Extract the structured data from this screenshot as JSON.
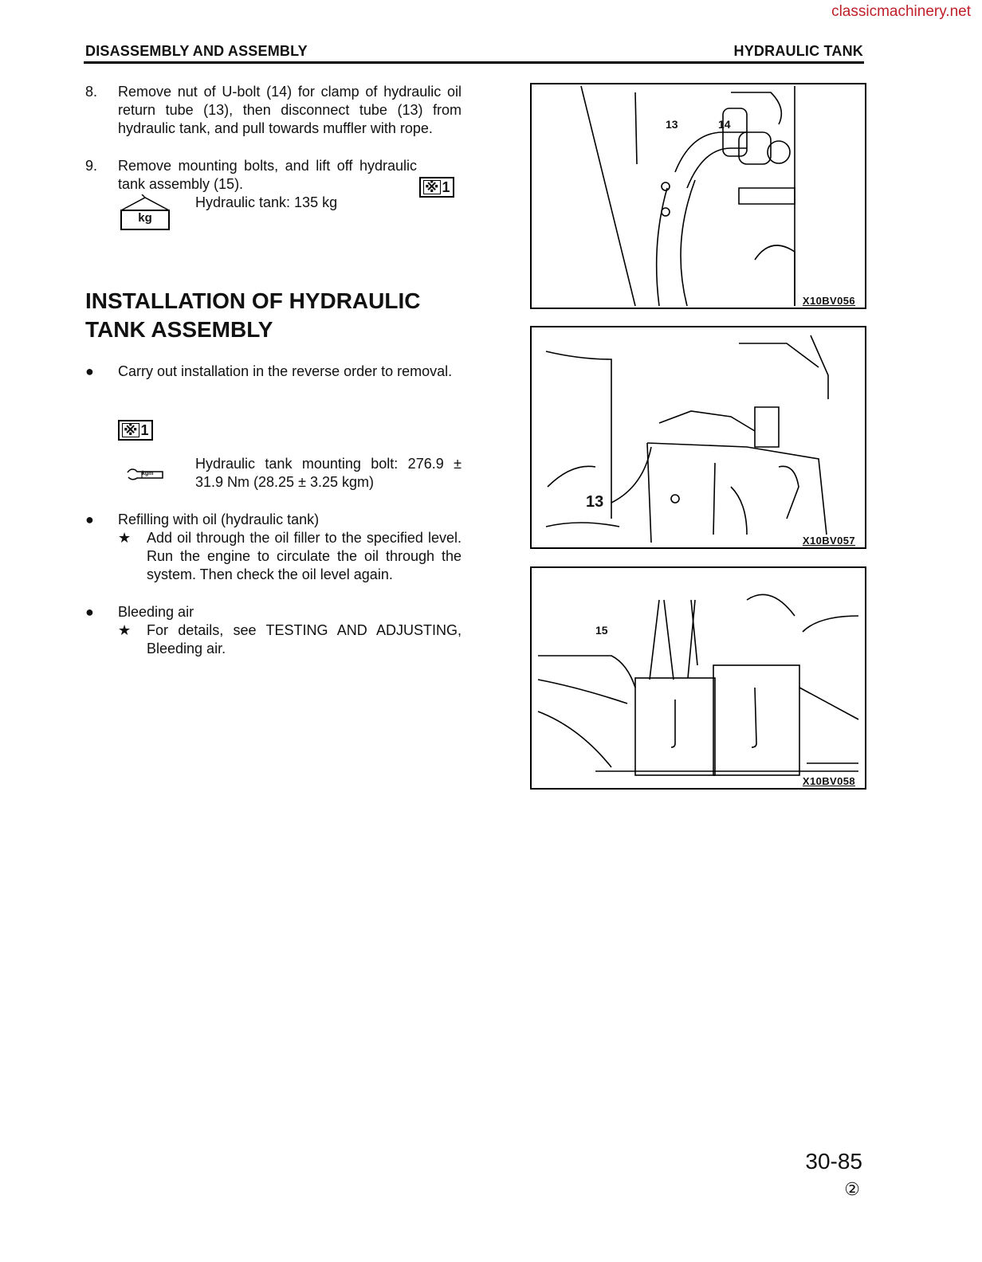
{
  "watermark": "classicmachinery.net",
  "header": {
    "left": "DISASSEMBLY AND ASSEMBLY",
    "right": "HYDRAULIC TANK"
  },
  "steps": [
    {
      "num": "8.",
      "text": "Remove nut of U-bolt (14) for clamp of hydraulic oil return tube (13), then disconnect tube (13) from hydraulic tank, and pull towards muffler with rope."
    },
    {
      "num": "9.",
      "text": "Remove mounting bolts, and lift off hydraulic tank assembly (15).",
      "mark": "1",
      "weight_label": "kg",
      "weight_text": "Hydraulic tank: 135 kg"
    }
  ],
  "section_title": "INSTALLATION OF HYDRAULIC TANK ASSEMBLY",
  "install": {
    "bullet1": "Carry out installation in the reverse order to removal.",
    "mark": "1",
    "torque_label": "kgm",
    "torque_text": "Hydraulic tank mounting bolt: 276.9 ± 31.9 Nm (28.25 ± 3.25 kgm)",
    "bullet2": "Refilling with oil (hydraulic tank)",
    "bullet2_sub": "Add oil through the oil filler to the specified level. Run the engine to circulate the oil through the system. Then check the oil level again.",
    "bullet3": "Bleeding air",
    "bullet3_sub": "For details, see TESTING AND ADJUSTING, Bleeding air."
  },
  "figures": [
    {
      "code": "X10BV056",
      "labels": [
        "13",
        "14"
      ]
    },
    {
      "code": "X10BV057",
      "labels": [
        "13"
      ]
    },
    {
      "code": "X10BV058",
      "labels": [
        "15"
      ]
    }
  ],
  "footer": {
    "page": "30-85",
    "revision": "②"
  }
}
